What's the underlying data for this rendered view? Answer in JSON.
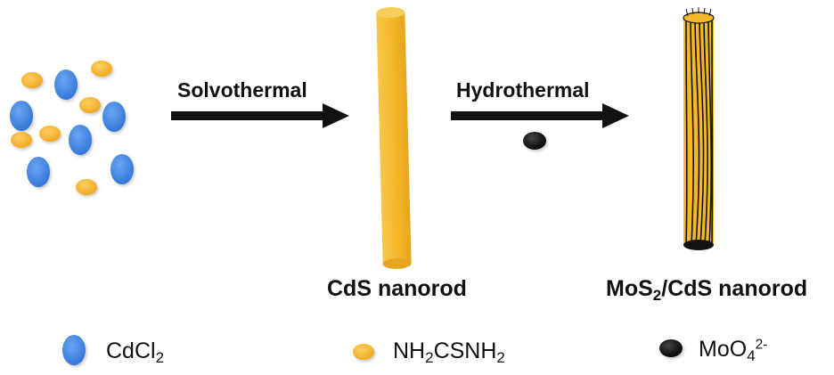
{
  "colors": {
    "cd_ion": "#3f86e8",
    "thiourea": "#f7b52e",
    "molybdate": "#111111",
    "nanorod": "#f4b92b",
    "arrow": "#111111"
  },
  "steps": {
    "step1_label": "Solvothermal",
    "step2_label": "Hydrothermal"
  },
  "products": {
    "cds_label": "CdS nanorod",
    "mos2_prefix": "MoS",
    "mos2_sub": "2",
    "mos2_suffix": "/CdS nanorod"
  },
  "legend": {
    "cdcl2_main": "CdCl",
    "cdcl2_sub": "2",
    "thiourea_a": "NH",
    "thiourea_sub1": "2",
    "thiourea_b": "CSNH",
    "thiourea_sub2": "2",
    "moo4_main": "MoO",
    "moo4_sub": "4",
    "moo4_sup": "2-"
  },
  "icons": [
    "cd-ion-icon",
    "thiourea-icon",
    "molybdate-icon",
    "arrow-icon",
    "nanorod-icon"
  ]
}
